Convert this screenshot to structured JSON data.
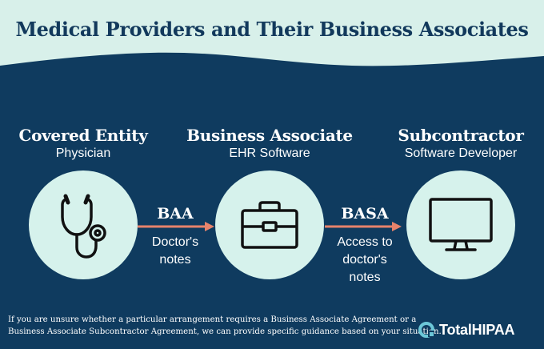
{
  "title": "Medical Providers and Their Business Associates",
  "nodes": [
    {
      "title": "Covered Entity",
      "subtitle": "Physician",
      "icon": "stethoscope-icon"
    },
    {
      "title": "Business Associate",
      "subtitle": "EHR Software",
      "icon": "briefcase-icon"
    },
    {
      "title": "Subcontractor",
      "subtitle": "Software Developer",
      "icon": "monitor-icon"
    }
  ],
  "relations": [
    {
      "label": "BAA",
      "desc_lines": [
        "Doctor's",
        "notes"
      ]
    },
    {
      "label": "BASA",
      "desc_lines": [
        "Access to",
        "doctor's",
        "notes"
      ]
    }
  ],
  "footnote": {
    "line1": "If you are unsure whether a particular arrangement requires a Business Associate Agreement or a",
    "line2": "Business Associate Subcontractor Agreement, we can provide specific guidance based on your situation."
  },
  "logo": {
    "text": "TotalHIPAA",
    "icon": "totalhipaa-logo-icon"
  },
  "colors": {
    "background": "#0f3b5f",
    "header_wave": "#d8f0ea",
    "circle": "#d6f2ec",
    "arrow": "#e7836b",
    "text_light": "#ffffff",
    "title_text": "#12395c"
  }
}
